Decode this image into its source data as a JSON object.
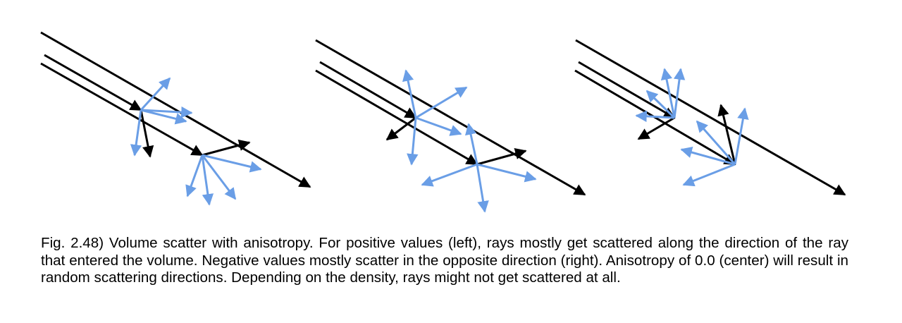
{
  "caption": "Fig. 2.48) Volume scatter with anisotropy. For positive values (left), rays mostly get scattered along the direction of the ray that entered the volume. Negative values mostly scatter in the opposite direction (right). Anisotropy of 0.0 (center) will result in random scattering directions. Depending on the density, rays might not get scattered at all.",
  "colors": {
    "ray": "#000000",
    "scatter": "#6a9ee6",
    "text": "#000000"
  },
  "panels": [
    {
      "anisotropy": "positive",
      "panel_position": "left"
    },
    {
      "anisotropy": "0.0",
      "panel_position": "center"
    },
    {
      "anisotropy": "negative",
      "panel_position": "right"
    }
  ]
}
